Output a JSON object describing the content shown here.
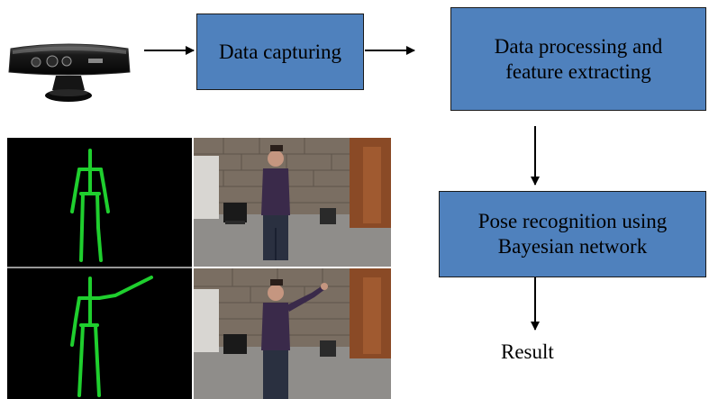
{
  "nodes": {
    "capture": "Data capturing",
    "processing": "Data processing and\nfeature extracting",
    "recognition": "Pose recognition using\nBayesian network",
    "result": "Result"
  },
  "colors": {
    "box_fill": "#4f81bd",
    "skeleton": "#1fcf2e",
    "panel_bg": "#000000"
  },
  "icons": {
    "sensor": "kinect-sensor-icon"
  }
}
